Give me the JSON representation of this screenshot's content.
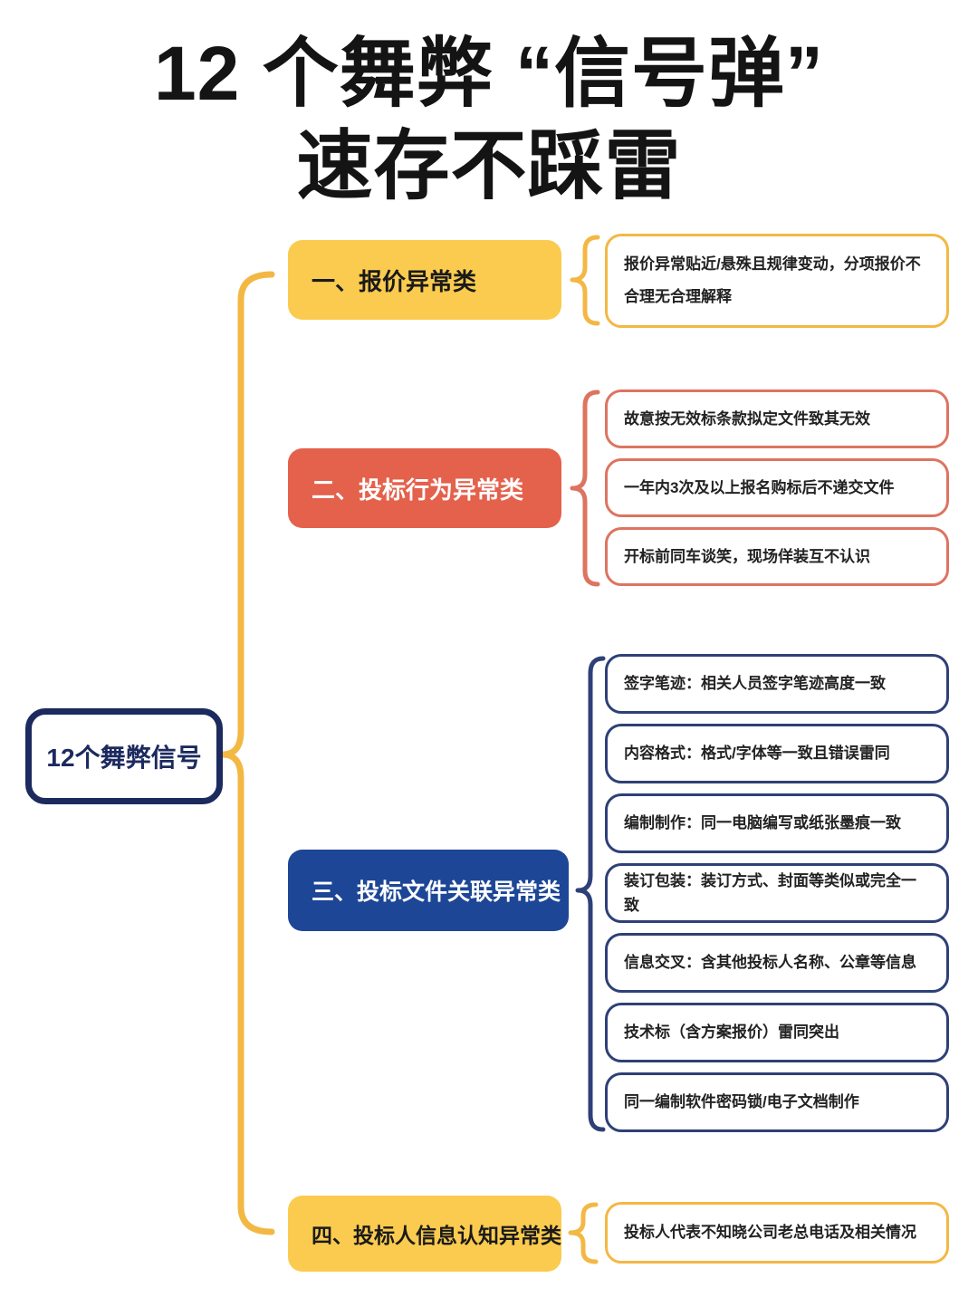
{
  "title": {
    "line1": "12 个舞弊 “信号弹”",
    "line2": "速存不踩雷"
  },
  "root": {
    "label": "12个舞弊信号"
  },
  "colors": {
    "yellow-fill": "#FBCB4F",
    "yellow-line": "#F3B844",
    "red-fill": "#E4614C",
    "red-line": "#DD7460",
    "blue-fill": "#1D4696",
    "navy-line": "#2E4077",
    "navy-dark": "#1C2A5E",
    "ink": "#1A1A1A"
  },
  "branches": [
    {
      "label": "一、报价异常类",
      "theme": "yellow",
      "leaves": [
        "报价异常贴近/悬殊且规律变动，分项报价不合理无合理解释"
      ]
    },
    {
      "label": "二、投标行为异常类",
      "theme": "red",
      "leaves": [
        "故意按无效标条款拟定文件致其无效",
        "一年内3次及以上报名购标后不递交文件",
        "开标前同车谈笑，现场佯装互不认识"
      ]
    },
    {
      "label": "三、投标文件关联异常类",
      "theme": "blue",
      "leaves": [
        "签字笔迹：相关人员签字笔迹高度一致",
        "内容格式：格式/字体等一致且错误雷同",
        "编制制作：同一电脑编写或纸张墨痕一致",
        "装订包装：装订方式、封面等类似或完全一致",
        "信息交叉：含其他投标人名称、公章等信息",
        "技术标（含方案报价）雷同突出",
        "同一编制软件密码锁/电子文档制作"
      ]
    },
    {
      "label": "四、投标人信息认知异常类",
      "theme": "yellow",
      "leaves": [
        "投标人代表不知晓公司老总电话及相关情况"
      ]
    }
  ]
}
